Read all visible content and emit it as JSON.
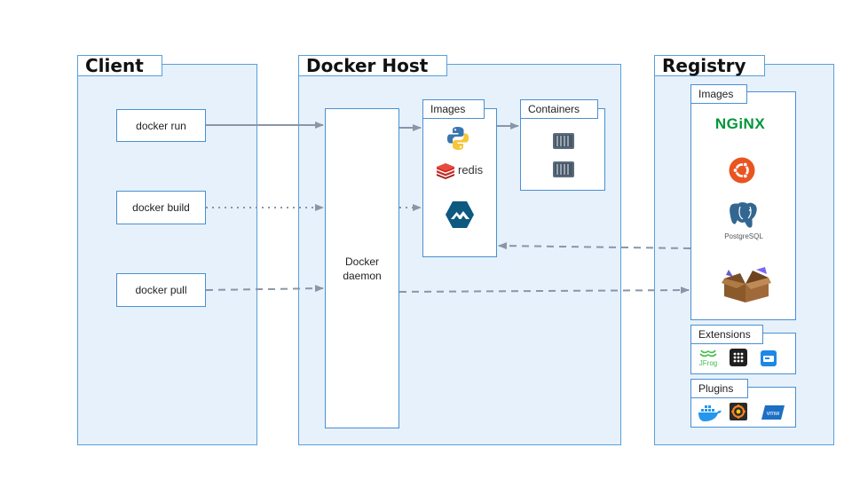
{
  "client": {
    "title": "Client",
    "commands": [
      "docker run",
      "docker build",
      "docker pull"
    ]
  },
  "docker_host": {
    "title": "Docker Host",
    "daemon_label": "Docker\ndaemon",
    "images_label": "Images",
    "containers_label": "Containers",
    "redis_text": "redis"
  },
  "registry": {
    "title": "Registry",
    "images_label": "Images",
    "nginx_text": "NGiNX",
    "postgres_text": "PostgreSQL",
    "extensions_label": "Extensions",
    "jfrog_text": "JFrog",
    "plugins_label": "Plugins",
    "vmw_text": "vmw"
  },
  "colors": {
    "panel_border": "#5a9fd8",
    "panel_fill": "#e6f1fb",
    "arrow": "#8a96a8",
    "docker_blue": "#2496ed",
    "nginx_green": "#009639",
    "ubuntu_orange": "#e95420",
    "postgres_blue": "#336791"
  }
}
